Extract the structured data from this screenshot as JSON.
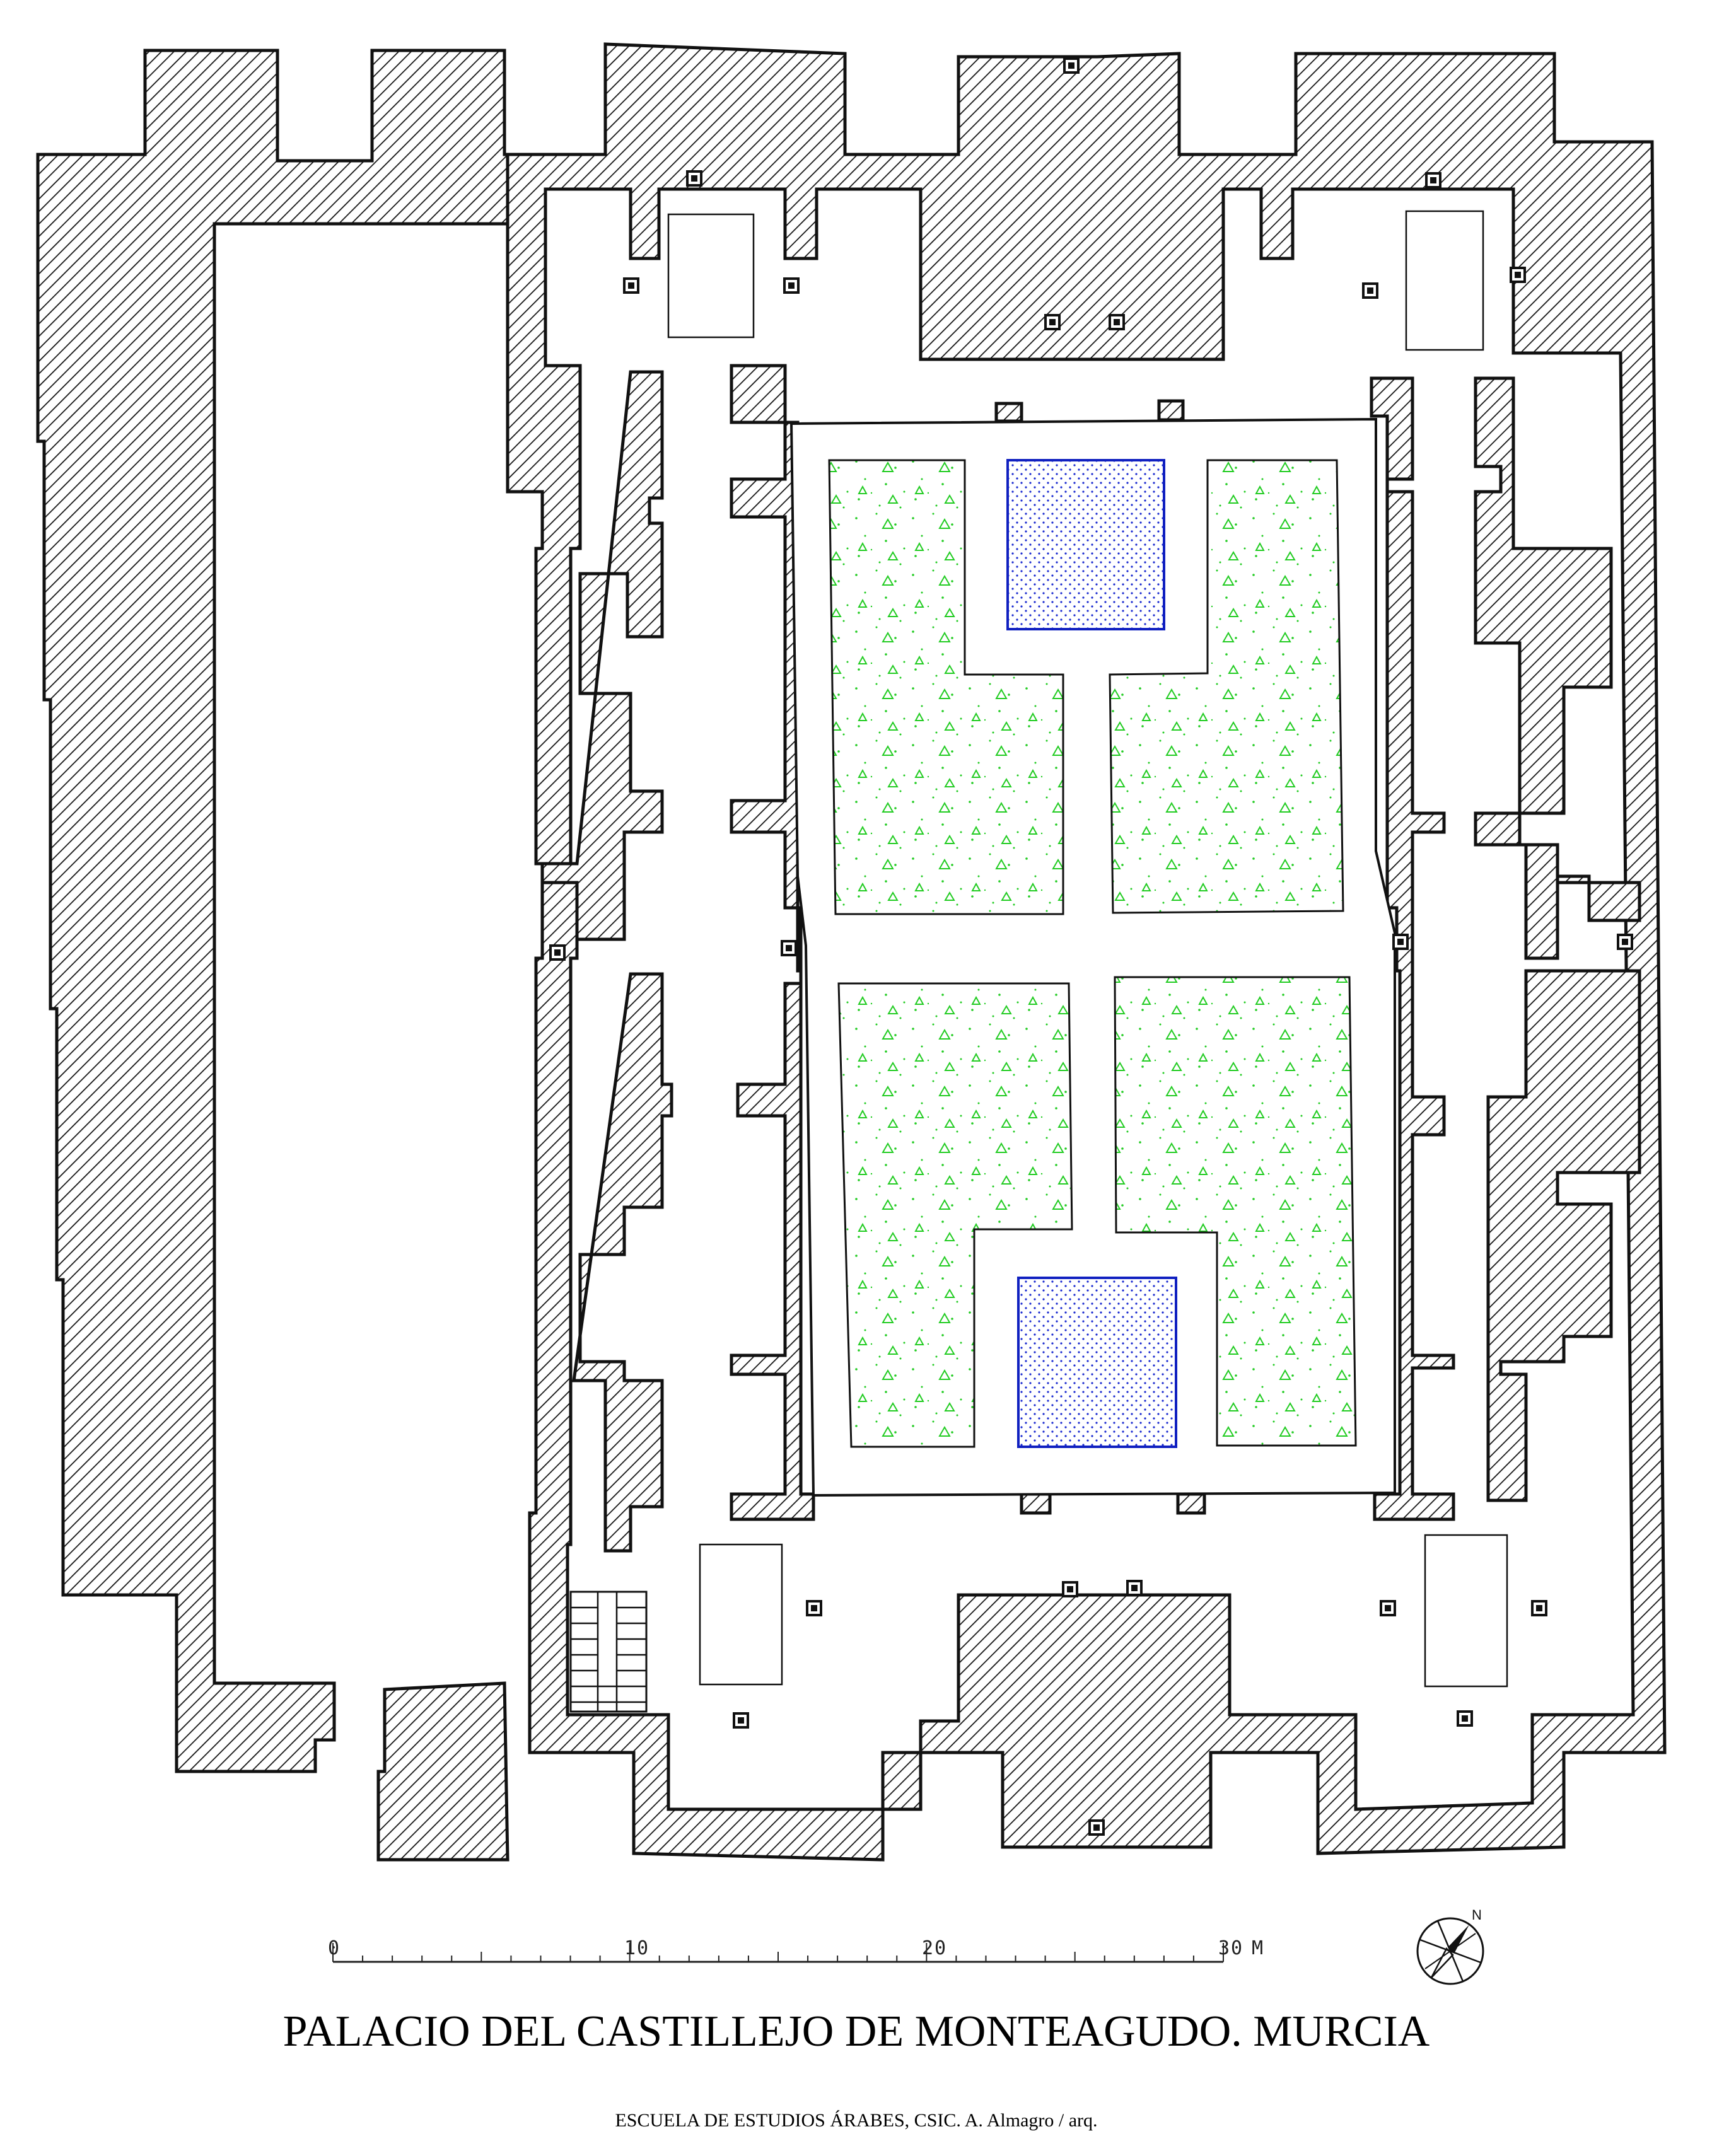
{
  "title": "PALACIO DEL CASTILLEJO DE MONTEAGUDO. MURCIA",
  "credit": "ESCUELA DE ESTUDIOS ÁRABES, CSIC. A. Almagro / arq.",
  "scale_bar": {
    "labels": [
      "0",
      "10",
      "20",
      "30"
    ],
    "unit": "M"
  },
  "north_arrow": {
    "label": "N",
    "icon": "north-arrow-icon"
  },
  "colors": {
    "walls": "#111111",
    "garden": "#22cc22",
    "water": "#1a2ad0",
    "background": "#ffffff"
  }
}
